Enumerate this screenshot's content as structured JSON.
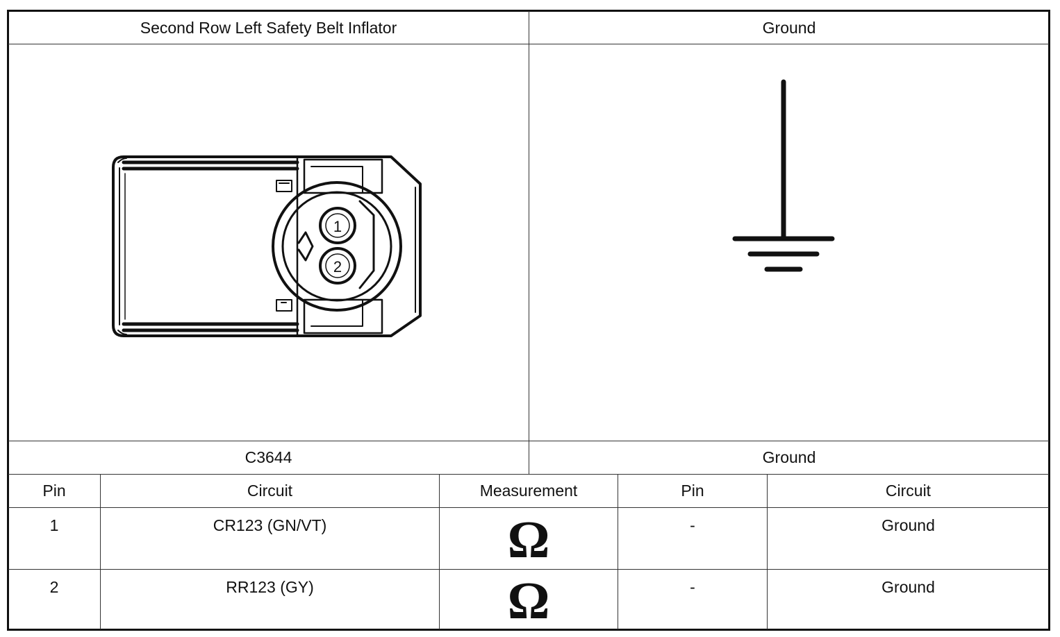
{
  "left_component": {
    "title": "Second Row Left Safety Belt Inflator",
    "connector_id": "C3644",
    "pin_labels": [
      "1",
      "2"
    ]
  },
  "right_component": {
    "title": "Ground",
    "connector_label": "Ground"
  },
  "table": {
    "headers": [
      "Pin",
      "Circuit",
      "Measurement",
      "Pin",
      "Circuit"
    ],
    "rows": [
      {
        "pin": "1",
        "circuit": "CR123 (GN/VT)",
        "measurement": "Ω",
        "pin2": "-",
        "circuit2": "Ground"
      },
      {
        "pin": "2",
        "circuit": "RR123 (GY)",
        "measurement": "Ω",
        "pin2": "-",
        "circuit2": "Ground"
      }
    ]
  }
}
